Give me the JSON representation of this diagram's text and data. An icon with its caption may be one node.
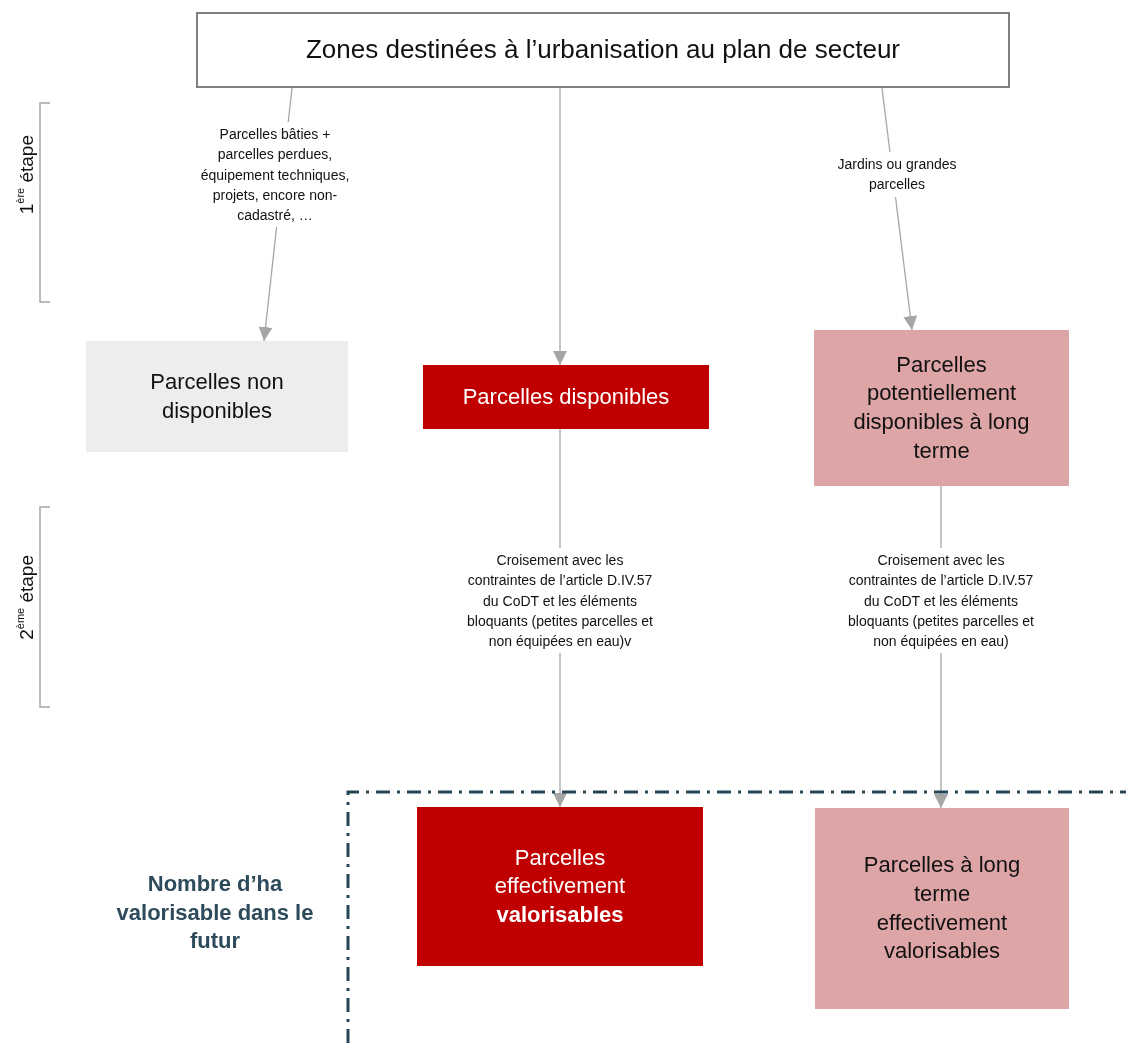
{
  "diagram": {
    "nodes": [
      {
        "text": [
          "Zones destinées à l’urbanisation au plan de secteur"
        ]
      },
      {
        "text": [
          "Parcelles non disponibles"
        ]
      },
      {
        "text": [
          "Parcelles disponibles"
        ]
      },
      {
        "text": [
          "Parcelles potentiellement disponibles à long terme"
        ]
      },
      {
        "text": [
          "Nombre d’ha valorisable dans le futur"
        ]
      },
      {
        "text": [
          "Parcelles effectivement **valorisables**"
        ],
        "in": 4
      },
      {
        "text": [
          "Parcelles à long terme effectivement valorisables"
        ],
        "in": 4
      }
    ],
    "edges": [
      {
        "from": 0,
        "to": 1,
        "arrow": "to",
        "label": "Parcelles bâties + parcelles perdues, équipement techniques, projets, encore non-cadastré, …"
      },
      {
        "from": 0,
        "to": 2,
        "arrow": "to"
      },
      {
        "from": 0,
        "to": 3,
        "arrow": "to",
        "label": "Jardins ou grandes parcelles"
      },
      {
        "from": 2,
        "to": 5,
        "arrow": "to",
        "label": "Croisement avec les contraintes de l’article D.IV.57 du CoDT et les éléments bloquants (petites parcelles et non équipées en eau)v"
      },
      {
        "from": 3,
        "to": 6,
        "arrow": "to",
        "label": "Croisement avec les contraintes de l’article D.IV.57 du CoDT et les éléments bloquants (petites parcelles et non équipées en eau)"
      }
    ],
    "labels": [
      "1$^{ère}$ étape",
      "2$^{ème}$ étape"
    ]
  }
}
